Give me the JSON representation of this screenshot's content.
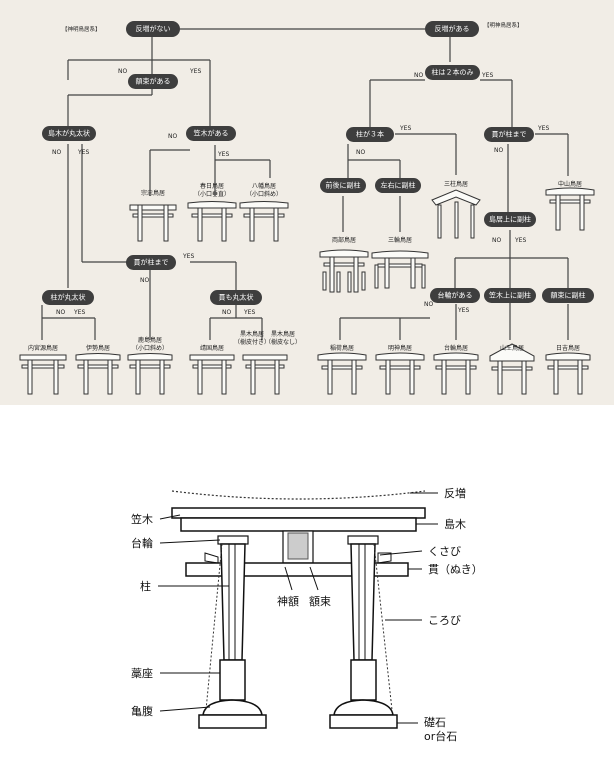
{
  "flowchart": {
    "group_left": "【神明鳥居系】",
    "group_right": "【明神鳥居系】",
    "yes": "YES",
    "no": "NO",
    "nodes": {
      "n_sorimashi_nai": "反増がない",
      "n_gakuzuka": "額束がある",
      "n_shimaki_maru": "島木が丸太状",
      "n_kasagi": "笠木がある",
      "n_hashira_maru": "柱が丸太状",
      "n_nuki_hashira_l": "貫が柱まで",
      "n_nuki_maru": "貫も丸太状",
      "n_sorimashi_aru": "反増がある",
      "n_hashira_2": "柱は２本のみ",
      "n_hashira_3": "柱が３本",
      "n_nuki_hashira_r": "貫が柱まで",
      "n_zengo": "前後に副柱",
      "n_sayu": "左右に副柱",
      "n_shimaki_fuku": "島居上に副柱",
      "n_daiwa": "台輪がある",
      "n_kasagi_fuku": "笠木上に副柱",
      "n_gakuzuka_fuku": "額束に副柱"
    },
    "torii": {
      "kashima": "宗忠鳥居",
      "kasuga": "春日鳥居",
      "kasuga_sub": "（小口垂直）",
      "hachiman": "八幡鳥居",
      "hachiman_sub": "（小口斜め）",
      "mitsubashira": "三柱鳥居",
      "nakayama": "中山鳥居",
      "ryobu": "両部鳥居",
      "miwa": "三輪鳥居",
      "naiku": "内宮源鳥居",
      "ise": "伊勢鳥居",
      "kashima2": "鹿島鳥居",
      "kashima2_sub": "（小口斜め）",
      "seiran": "靖国鳥居",
      "kuroki1": "黒木鳥居",
      "kuroki1_sub": "（樹皮付き）",
      "kuroki2": "黒木鳥居",
      "kuroki2_sub": "（樹皮なし）",
      "inari": "稲荷鳥居",
      "myojin": "明神鳥居",
      "daiwa": "台輪鳥居",
      "sanno": "山王鳥居",
      "fudo": "日吉鳥居"
    }
  },
  "parts": {
    "sorimashi": "反増",
    "kasagi": "笠木",
    "shimaki": "島木",
    "daiwa": "台輪",
    "kusabi": "くさび",
    "nuki": "貫（ぬき）",
    "hashira": "柱",
    "shingaku": "神額",
    "gakuzuka": "額束",
    "korobi": "ころび",
    "manza": "藁座",
    "kamebara": "亀腹",
    "ishizue": "礎石",
    "dai_ishi": "or台石"
  }
}
